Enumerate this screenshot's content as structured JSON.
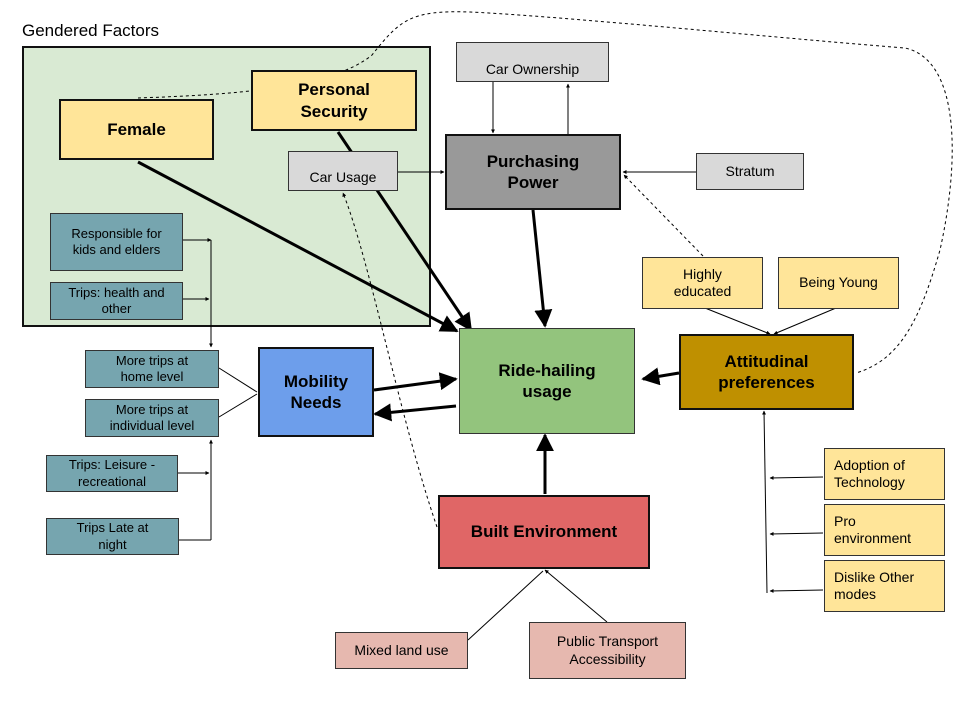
{
  "group": {
    "title": "Gendered Factors"
  },
  "nodes": {
    "female": "Female",
    "personal_security": "Personal\nSecurity",
    "car_usage": "Car Usage",
    "responsible": "Responsible for\nkids and elders",
    "trips_health": "Trips: health and\nother",
    "car_ownership": "Car Ownership",
    "purchasing_power": "Purchasing\nPower",
    "stratum": "Stratum",
    "highly_educated": "Highly\neducated",
    "being_young": "Being Young",
    "attitudinal": "Attitudinal\npreferences",
    "ride_hailing": "Ride-hailing\nusage",
    "mobility_needs": "Mobility\nNeeds",
    "more_trips_home": "More trips at\nhome level",
    "more_trips_individual": "More trips at\nindividual level",
    "trips_leisure": "Trips: Leisure -\nrecreational",
    "trips_late": "Trips Late at\nnight",
    "built_env": "Built Environment",
    "mixed_land": "Mixed land use",
    "public_transport": "Public Transport\nAccessibility",
    "adoption_tech": "Adoption of\nTechnology",
    "pro_env": "Pro\nenvironment",
    "dislike_modes": "Dislike Other\nmodes"
  },
  "colors": {
    "group_bg": "#d9ead3",
    "yellow": "#ffe599",
    "teal": "#76a5af",
    "grey_light": "#d9d9d9",
    "grey_dark": "#999999",
    "green": "#93c47d",
    "blue": "#6d9eeb",
    "red": "#e06666",
    "gold": "#bf9000",
    "pink": "#e6b8af"
  }
}
